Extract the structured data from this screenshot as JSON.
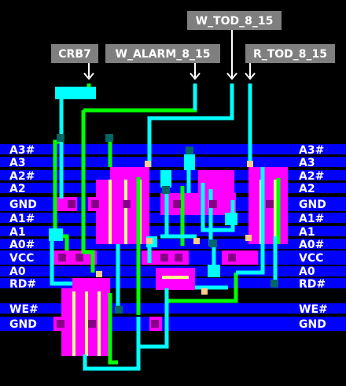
{
  "pins": {
    "crb7": "CRB7",
    "w_alarm_8_15": "W_ALARM_8_15",
    "w_tod_8_15": "W_TOD_8_15",
    "r_tod_8_15": "R_TOD_8_15"
  },
  "rails_left": [
    "A3#",
    "A3",
    "A2#",
    "A2",
    "GND",
    "A1#",
    "A1",
    "A0#",
    "VCC",
    "A0",
    "RD#",
    "WE#",
    "GND"
  ],
  "rails_right": [
    "A3#",
    "A3",
    "A2#",
    "A2",
    "GND",
    "A1#",
    "A1",
    "A0#",
    "VCC",
    "A0",
    "RD#",
    "WE#",
    "GND"
  ],
  "colors": {
    "background": "#000000",
    "rail": "#0000ff",
    "metal": "#00ffff",
    "poly": "#00ff00",
    "diffusion": "#ff00ff",
    "diffusion_highlight": "#ffff00",
    "label_box": "#7f7f7f",
    "label_text": "#ffffff"
  }
}
